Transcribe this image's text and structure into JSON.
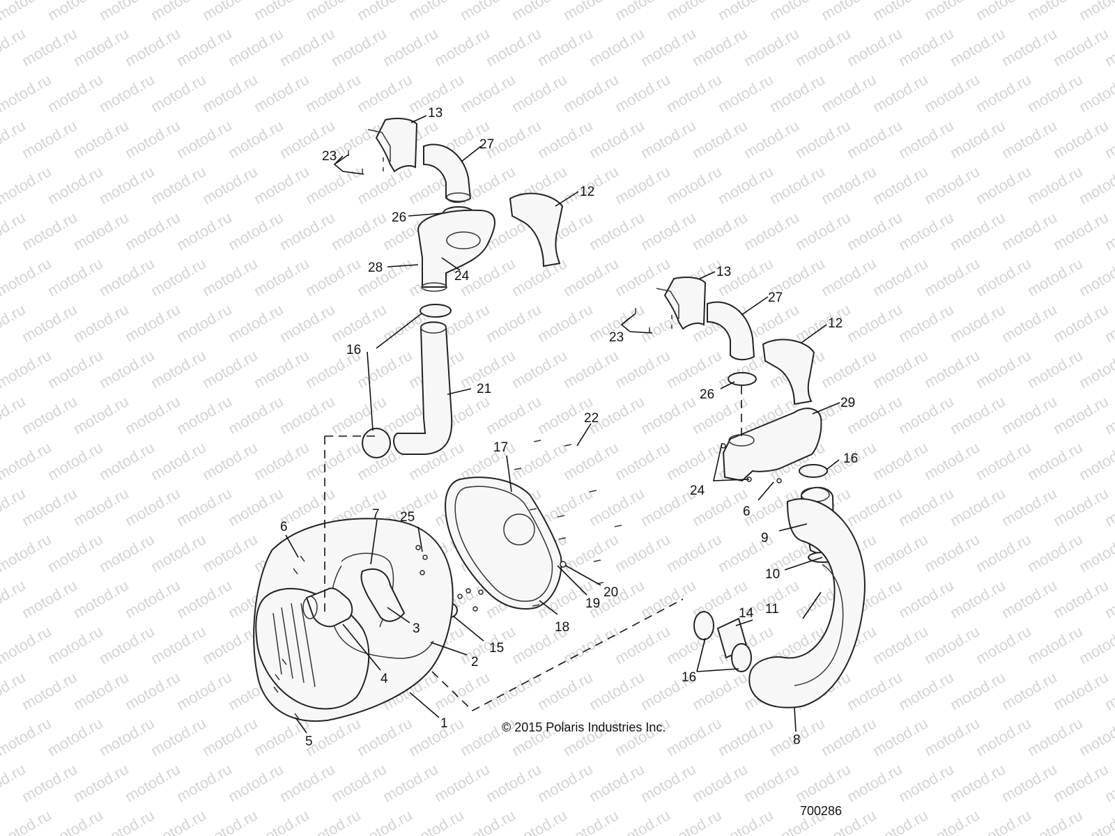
{
  "watermark": "motod.ru",
  "copyright": "© 2015 Polaris Industries Inc.",
  "diagram_id": "700286",
  "callouts": [
    {
      "id": "13a",
      "label": "13"
    },
    {
      "id": "27a",
      "label": "27"
    },
    {
      "id": "23a",
      "label": "23"
    },
    {
      "id": "12a",
      "label": "12"
    },
    {
      "id": "26a",
      "label": "26"
    },
    {
      "id": "28",
      "label": "28"
    },
    {
      "id": "24a",
      "label": "24"
    },
    {
      "id": "16a",
      "label": "16"
    },
    {
      "id": "21",
      "label": "21"
    },
    {
      "id": "13b",
      "label": "13"
    },
    {
      "id": "27b",
      "label": "27"
    },
    {
      "id": "23b",
      "label": "23"
    },
    {
      "id": "12b",
      "label": "12"
    },
    {
      "id": "26b",
      "label": "26"
    },
    {
      "id": "29",
      "label": "29"
    },
    {
      "id": "22",
      "label": "22"
    },
    {
      "id": "17",
      "label": "17"
    },
    {
      "id": "16b",
      "label": "16"
    },
    {
      "id": "24b",
      "label": "24"
    },
    {
      "id": "6b",
      "label": "6"
    },
    {
      "id": "9",
      "label": "9"
    },
    {
      "id": "10",
      "label": "10"
    },
    {
      "id": "6a",
      "label": "6"
    },
    {
      "id": "7",
      "label": "7"
    },
    {
      "id": "25",
      "label": "25"
    },
    {
      "id": "20",
      "label": "20"
    },
    {
      "id": "19",
      "label": "19"
    },
    {
      "id": "11",
      "label": "11"
    },
    {
      "id": "14",
      "label": "14"
    },
    {
      "id": "3",
      "label": "3"
    },
    {
      "id": "18",
      "label": "18"
    },
    {
      "id": "15",
      "label": "15"
    },
    {
      "id": "2",
      "label": "2"
    },
    {
      "id": "4",
      "label": "4"
    },
    {
      "id": "16c",
      "label": "16"
    },
    {
      "id": "1",
      "label": "1"
    },
    {
      "id": "5",
      "label": "5"
    },
    {
      "id": "8",
      "label": "8"
    }
  ]
}
